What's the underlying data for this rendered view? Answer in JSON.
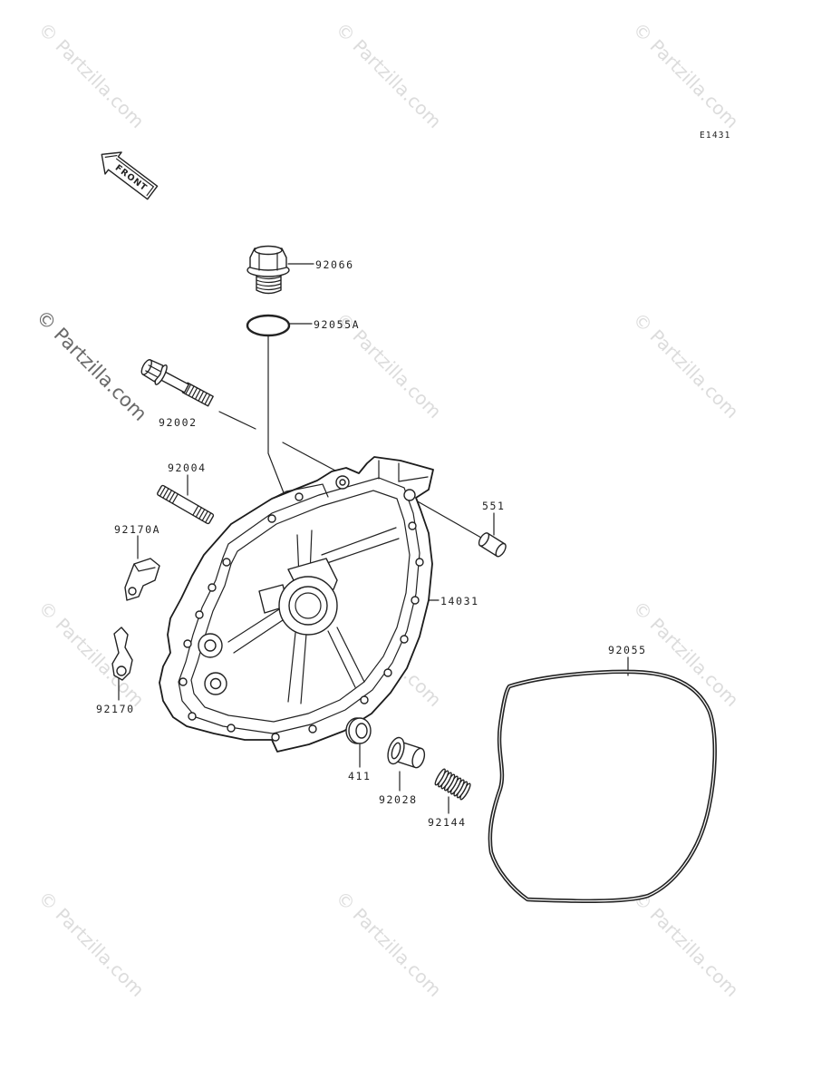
{
  "diagram": {
    "code": "E1431",
    "front_label": "FRONT",
    "front_arrow_icon": "front-arrow-icon",
    "watermark": "© Partzilla.com",
    "line_color": "#222222",
    "watermark_color": "#dcdcdc",
    "callouts": [
      "92066",
      "92055A",
      "92002",
      "92004",
      "551",
      "92170A",
      "14031",
      "92055",
      "92170",
      "411",
      "92028",
      "92144"
    ]
  }
}
